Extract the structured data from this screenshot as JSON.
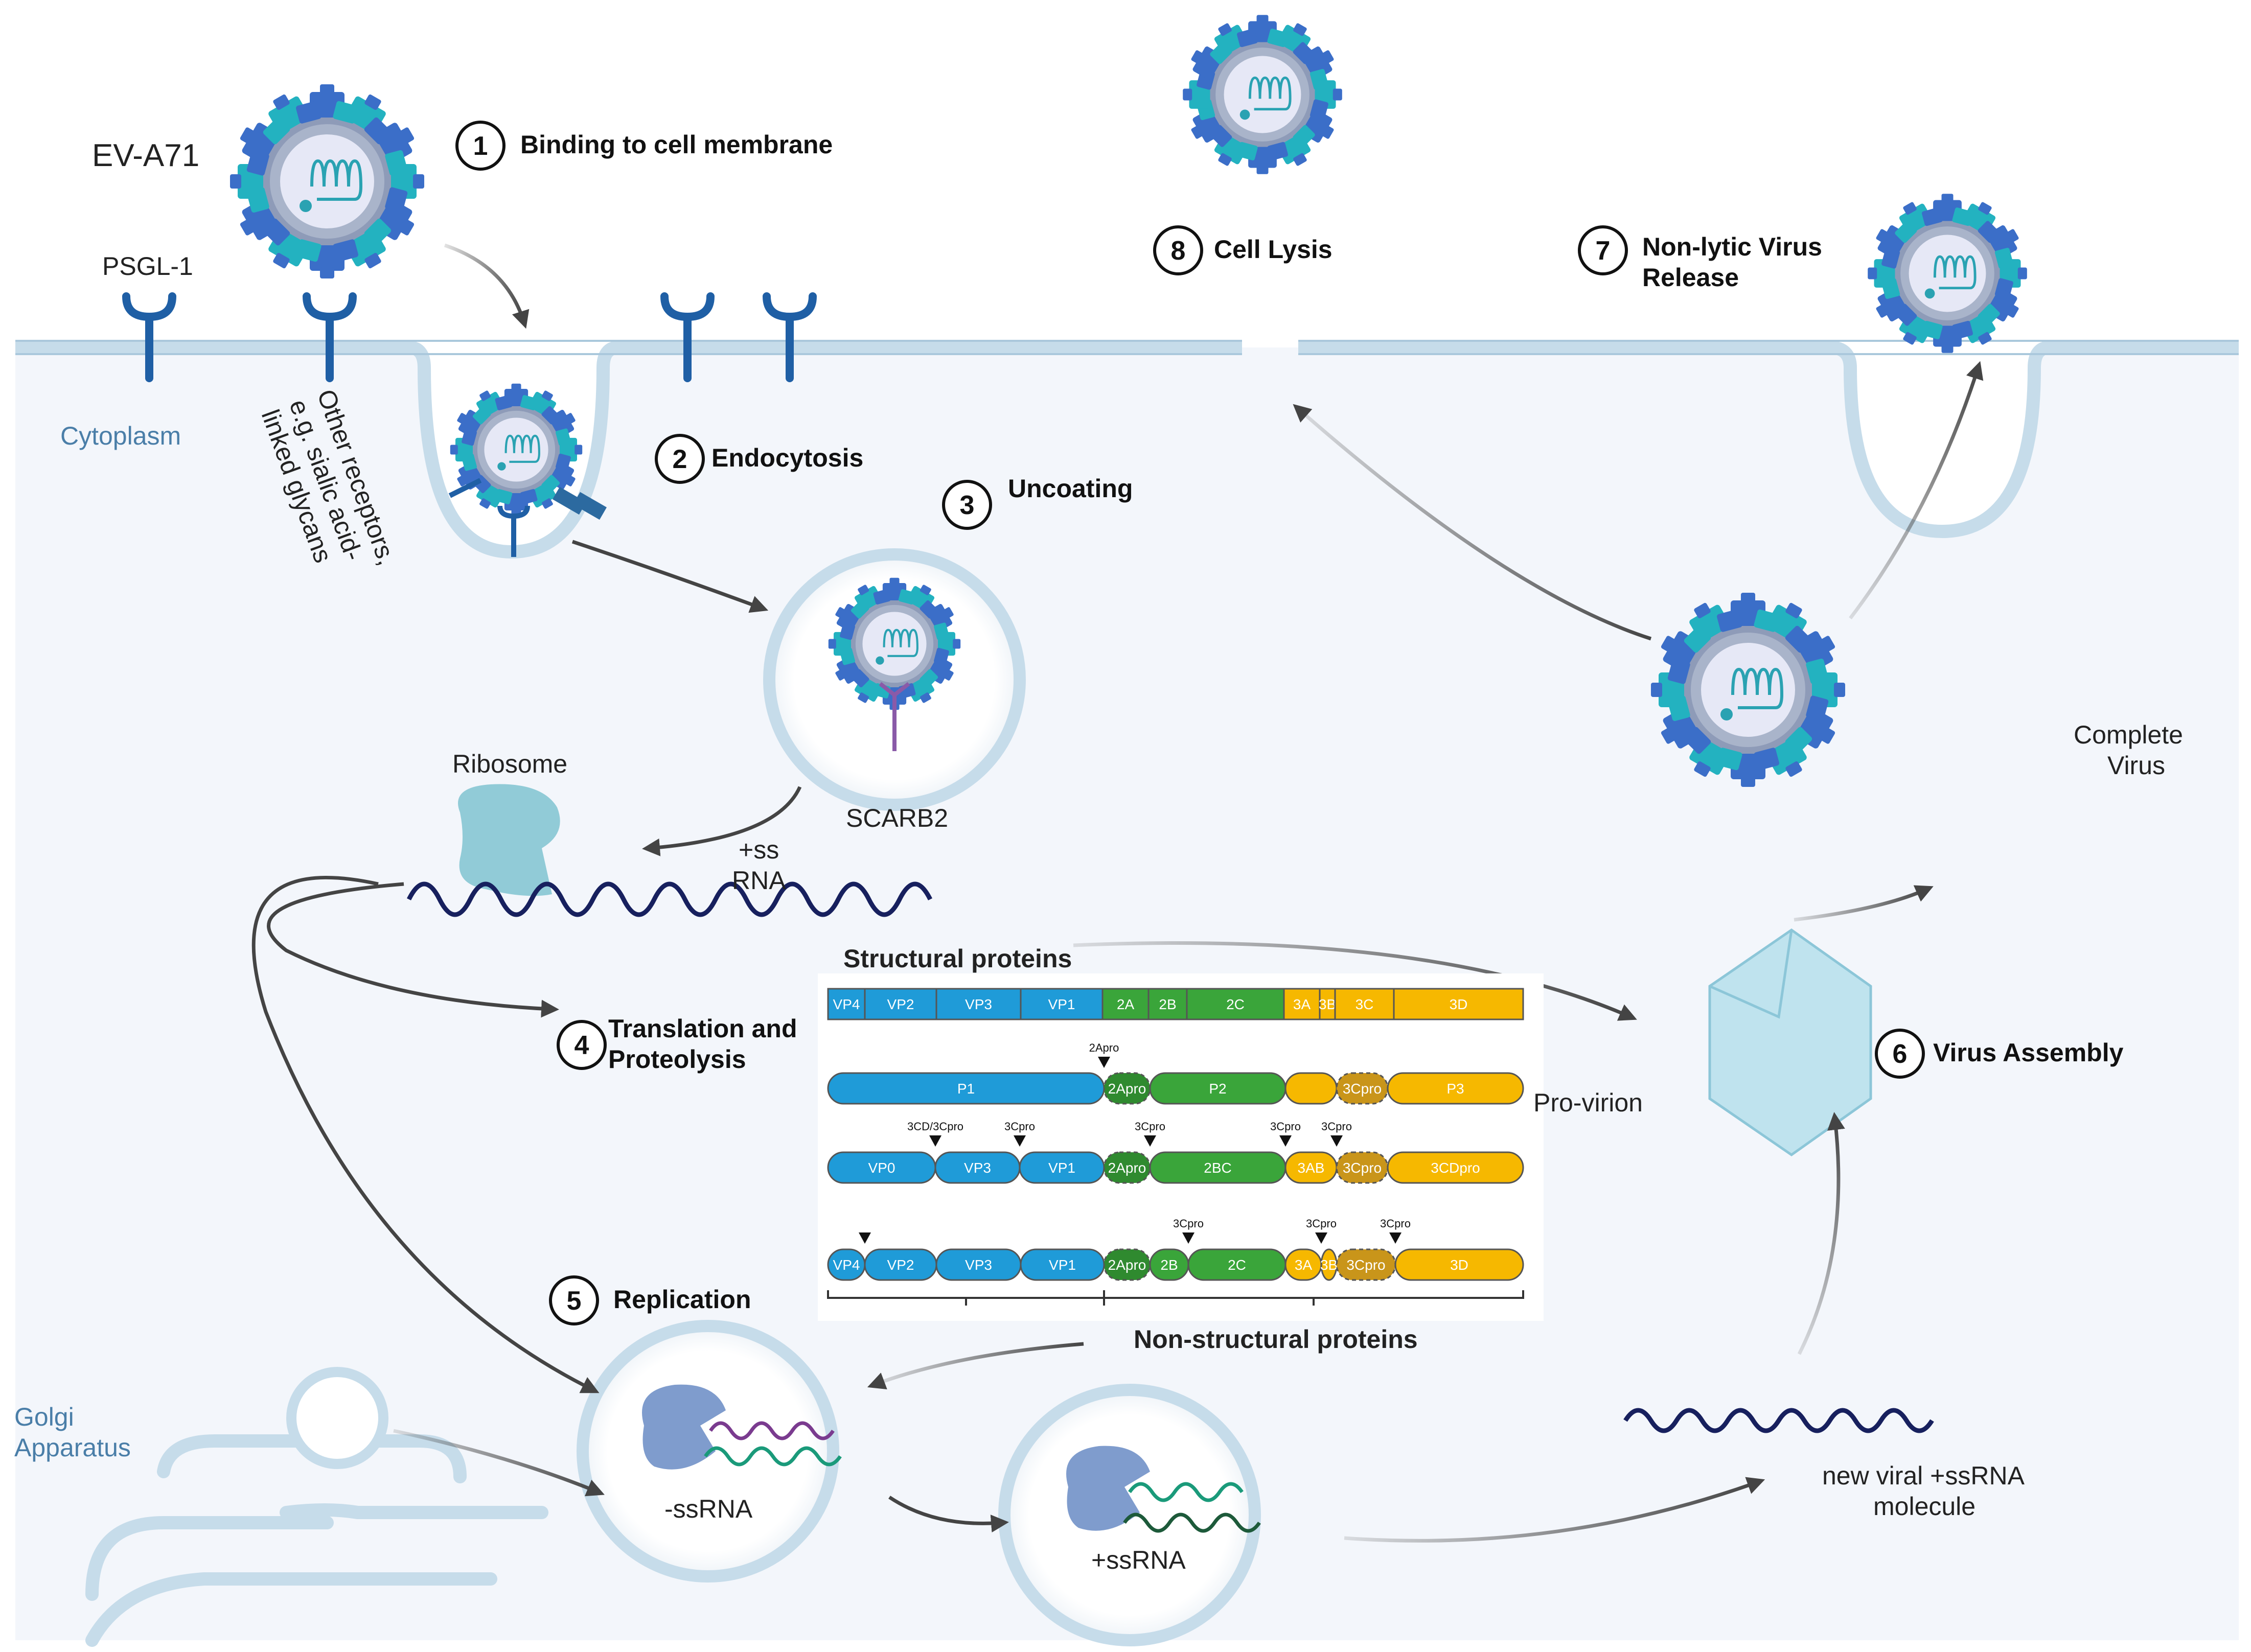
{
  "title": "EV-A71",
  "colors": {
    "cytoplasm": "#f3f6fb",
    "membrane": "#c6dcea",
    "receptor": "#1f5fa5",
    "virus_capsid_dark": "#3b6ec8",
    "virus_capsid_teal": "#23b2c0",
    "virus_shell": "#9aa9c4",
    "rna": "#17205e",
    "p1_blue": "#1f9bd8",
    "p2_green": "#3aa53a",
    "p3_yellow": "#f6b800"
  },
  "labels": {
    "psgl1": "PSGL-1",
    "cytoplasm": "Cytoplasm",
    "other_receptors": [
      "Other receptors,",
      "e.g. sialic acid-",
      "linked glycans"
    ],
    "ribosome": "Ribosome",
    "scarb2": "SCARB2",
    "ss_rna": [
      "+ss",
      "RNA"
    ],
    "golgi": [
      "Golgi",
      "Apparatus"
    ],
    "minus_ssrna": "-ssRNA",
    "plus_ssrna": "+ssRNA",
    "new_rna": [
      "new viral +ssRNA",
      "molecule"
    ],
    "complete_virus": [
      "Complete",
      "Virus"
    ],
    "pro_virion": "Pro-virion",
    "structural_proteins": "Structural proteins",
    "non_structural_proteins": "Non-structural proteins"
  },
  "steps": [
    {
      "num": "1",
      "label": [
        "Binding to cell membrane"
      ]
    },
    {
      "num": "2",
      "label": [
        "Endocytosis"
      ]
    },
    {
      "num": "3",
      "label": [
        "Uncoating"
      ]
    },
    {
      "num": "4",
      "label": [
        "Translation and",
        "Proteolysis"
      ]
    },
    {
      "num": "5",
      "label": [
        "Replication"
      ]
    },
    {
      "num": "6",
      "label": [
        "Virus Assembly"
      ]
    },
    {
      "num": "7",
      "label": [
        "Non-lytic Virus",
        "Release"
      ]
    },
    {
      "num": "8",
      "label": [
        "Cell Lysis"
      ]
    }
  ],
  "polyprotein": {
    "row1": [
      "VP4",
      "VP2",
      "VP3",
      "VP1",
      "2A",
      "2B",
      "2C",
      "3A",
      "3B",
      "3C",
      "3D"
    ],
    "row2": [
      "P1",
      "2Apro",
      "P2",
      "3Cpro",
      "P3"
    ],
    "row3": [
      "VP0",
      "VP3",
      "VP1",
      "2Apro",
      "2BC",
      "3AB",
      "3Cpro",
      "3CDpro"
    ],
    "row4": [
      "VP4",
      "VP2",
      "VP3",
      "VP1",
      "2Apro",
      "2B",
      "2C",
      "3A",
      "3B",
      "3Cpro",
      "3D"
    ],
    "cleavage_labels": {
      "row2": [
        "2Apro"
      ],
      "row3": [
        "3CD/3Cpro",
        "3Cpro",
        "3Cpro",
        "3Cpro",
        "3Cpro"
      ],
      "row4": [
        "3Cpro",
        "3Cpro",
        "3Cpro"
      ]
    }
  }
}
